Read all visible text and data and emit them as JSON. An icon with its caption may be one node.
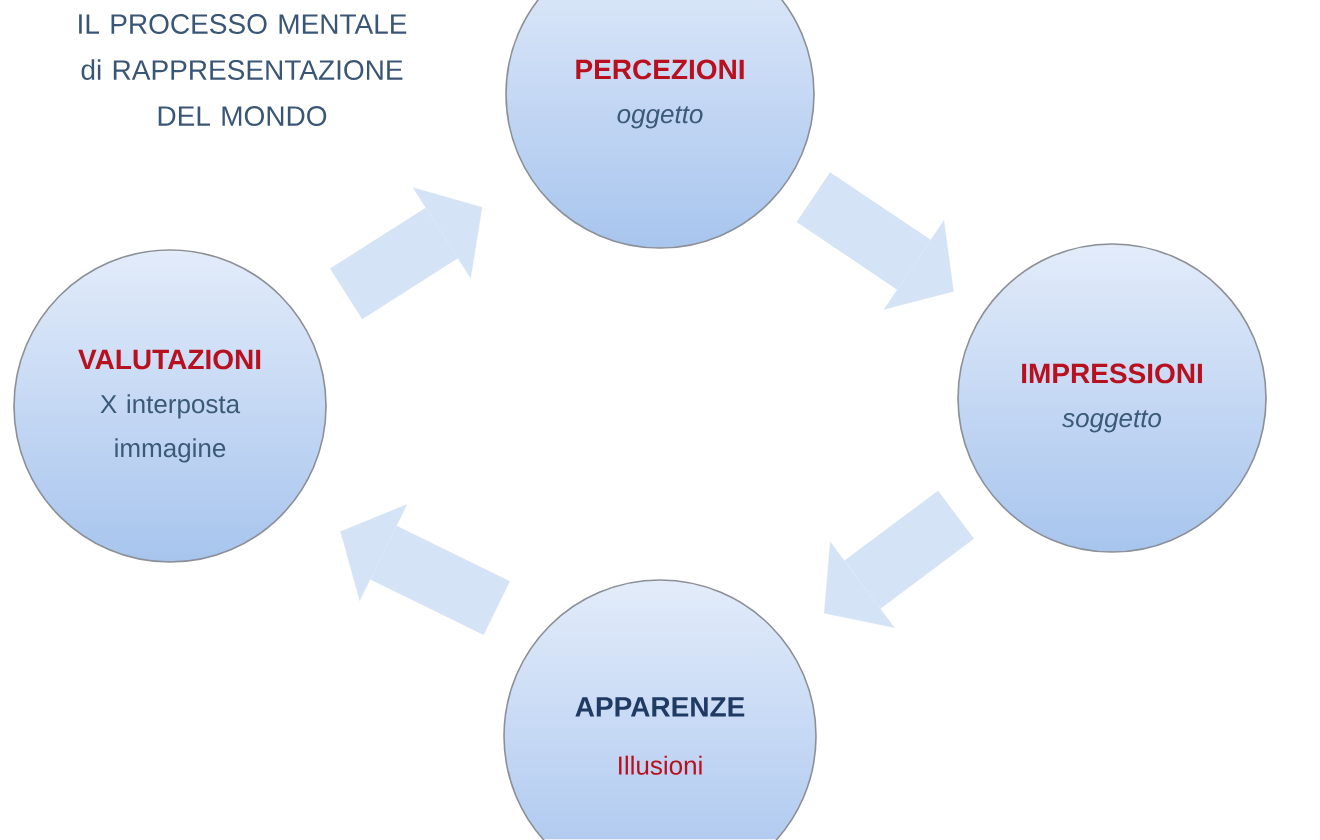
{
  "diagram": {
    "title": "IL PROCESSO MENTALE di RAPPRESENTAZIONE DEL MONDO",
    "nodes": [
      {
        "text": [
          "PERCEZIONI",
          "oggetto"
        ]
      },
      {
        "text": [
          "IMPRESSIONI",
          "soggetto"
        ]
      },
      {
        "text": [
          "APPARENZE",
          "Illusioni"
        ]
      },
      {
        "text": [
          "VALUTAZIONI",
          "X interposta immagine"
        ]
      }
    ],
    "edges": [
      {
        "from": 0,
        "to": 1,
        "arrow": "to"
      },
      {
        "from": 1,
        "to": 2,
        "arrow": "to"
      },
      {
        "from": 2,
        "to": 3,
        "arrow": "to"
      },
      {
        "from": 3,
        "to": 0,
        "arrow": "to"
      }
    ]
  }
}
